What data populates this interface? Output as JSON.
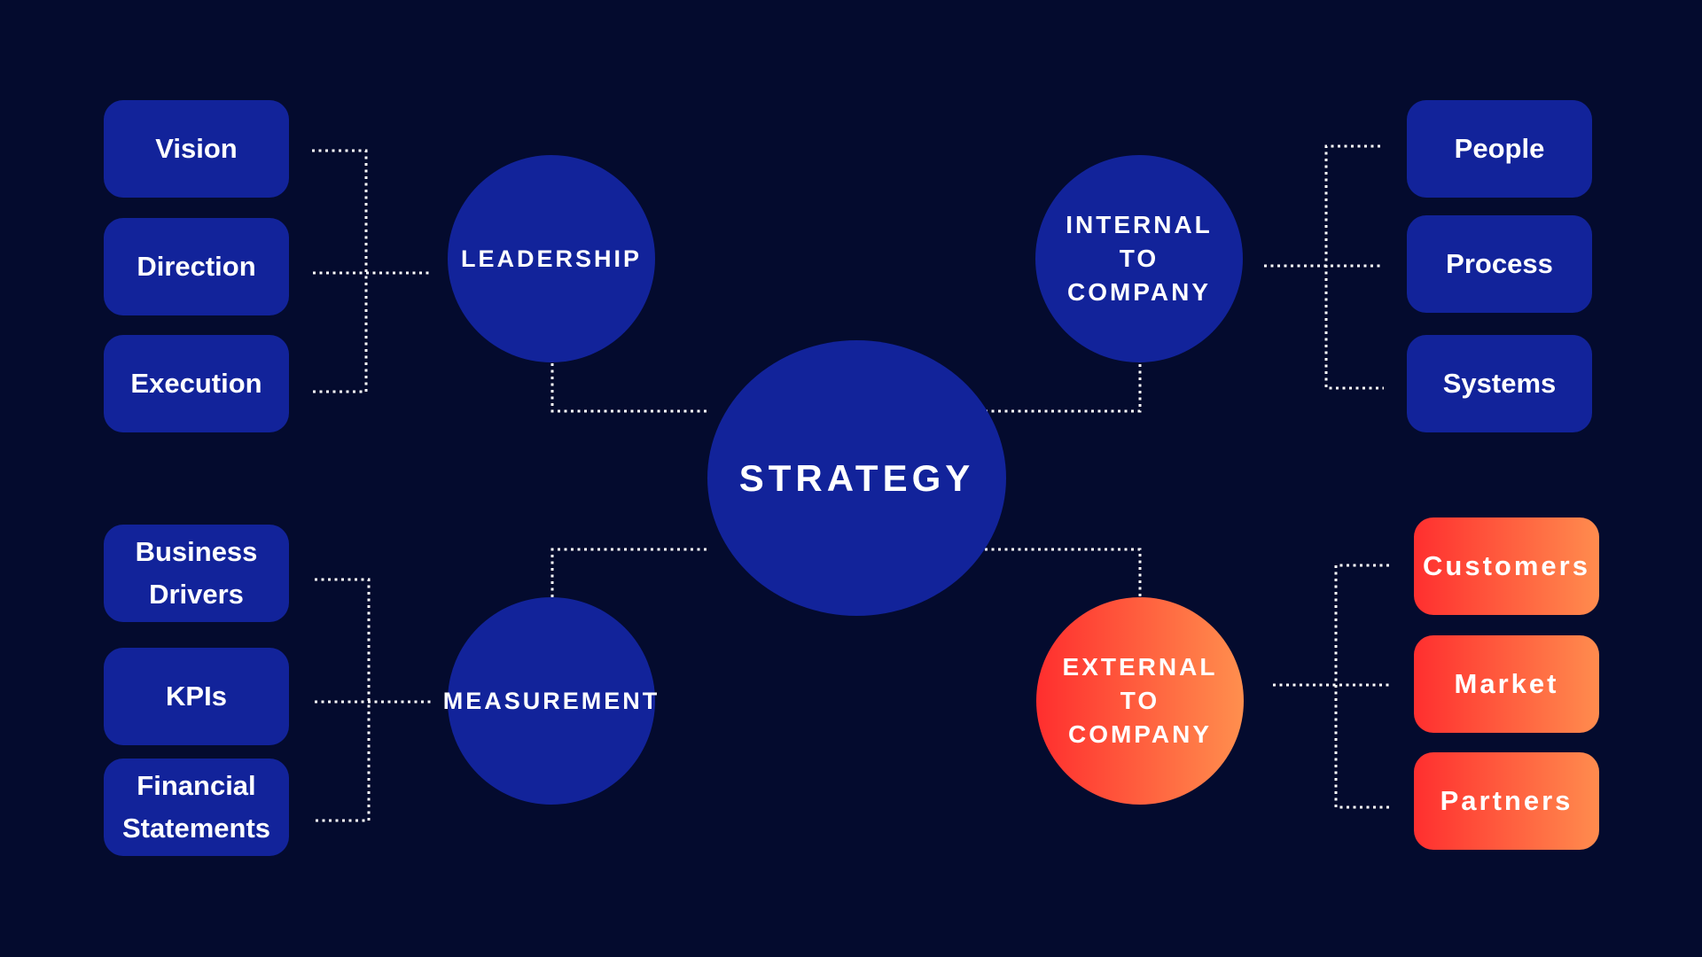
{
  "center": {
    "label": "STRATEGY"
  },
  "hubs": {
    "leadership": "LEADERSHIP",
    "internal": "INTERNAL\nTO\nCOMPANY",
    "measurement": "MEASUREMENT",
    "external": "EXTERNAL\nTO\nCOMPANY"
  },
  "leadership_items": [
    "Vision",
    "Direction",
    "Execution"
  ],
  "internal_items": [
    "People",
    "Process",
    "Systems"
  ],
  "measurement_items": [
    "Business\nDrivers",
    "KPIs",
    "Financial\nStatements"
  ],
  "external_items": [
    "Customers",
    "Market",
    "Partners"
  ],
  "colors": {
    "background": "#040b2e",
    "node_blue": "#12239a",
    "accent_gradient_start": "#ff2e2e",
    "accent_gradient_end": "#ff8f4e",
    "connector": "#ffffff"
  }
}
